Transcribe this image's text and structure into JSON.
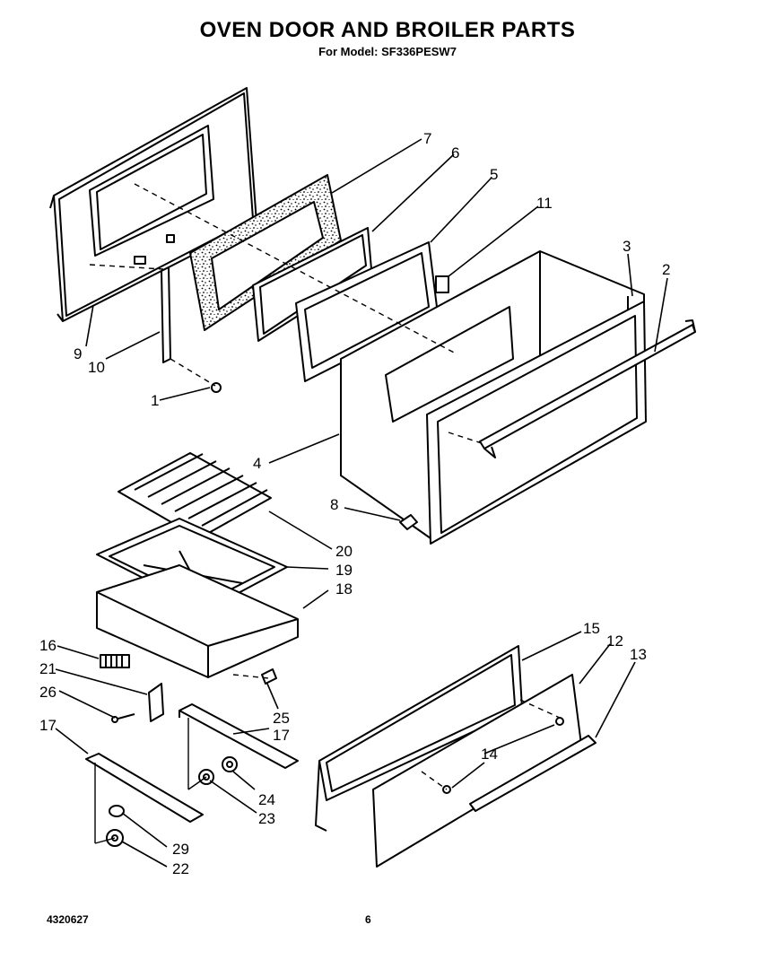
{
  "header": {
    "title": "OVEN DOOR AND BROILER PARTS",
    "subtitle": "For Model: SF336PESW7"
  },
  "footer": {
    "doc_number": "4320627",
    "page_number": "6"
  },
  "callouts": [
    "1",
    "2",
    "3",
    "4",
    "5",
    "6",
    "7",
    "8",
    "9",
    "10",
    "11",
    "12",
    "13",
    "14",
    "15",
    "16",
    "17",
    "17",
    "18",
    "19",
    "20",
    "21",
    "22",
    "23",
    "24",
    "25",
    "26",
    "29"
  ]
}
